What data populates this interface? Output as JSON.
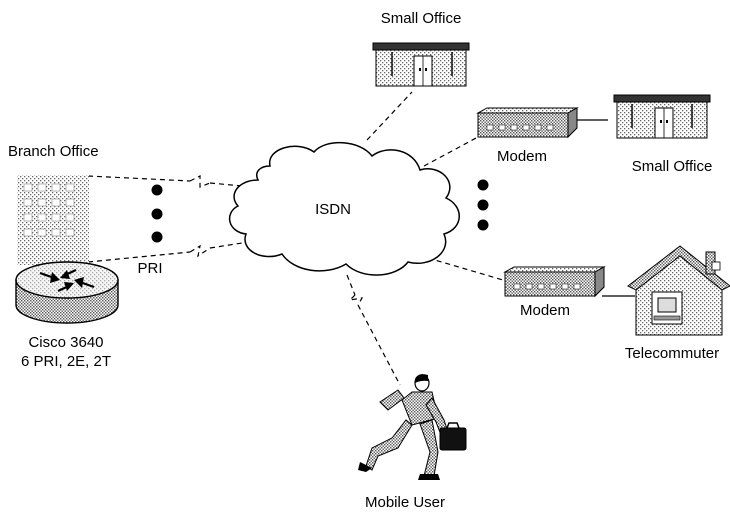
{
  "cloud_label": "ISDN",
  "branch": {
    "title": "Branch Office",
    "router_name": "Cisco 3640",
    "router_spec": "6 PRI, 2E, 2T",
    "link_label": "PRI"
  },
  "small_office_top": {
    "label": "Small Office"
  },
  "small_office_right": {
    "label": "Small Office",
    "modem_label": "Modem"
  },
  "telecommuter": {
    "label": "Telecommuter",
    "modem_label": "Modem"
  },
  "mobile_user": {
    "label": "Mobile User"
  },
  "colors": {
    "ink": "#000000",
    "stipple": "#8a8a8a",
    "background": "#ffffff"
  },
  "icons": [
    "building-icon",
    "router-icon",
    "cloud-icon",
    "office-icon",
    "modem-icon",
    "house-icon",
    "mobile-user-icon"
  ]
}
